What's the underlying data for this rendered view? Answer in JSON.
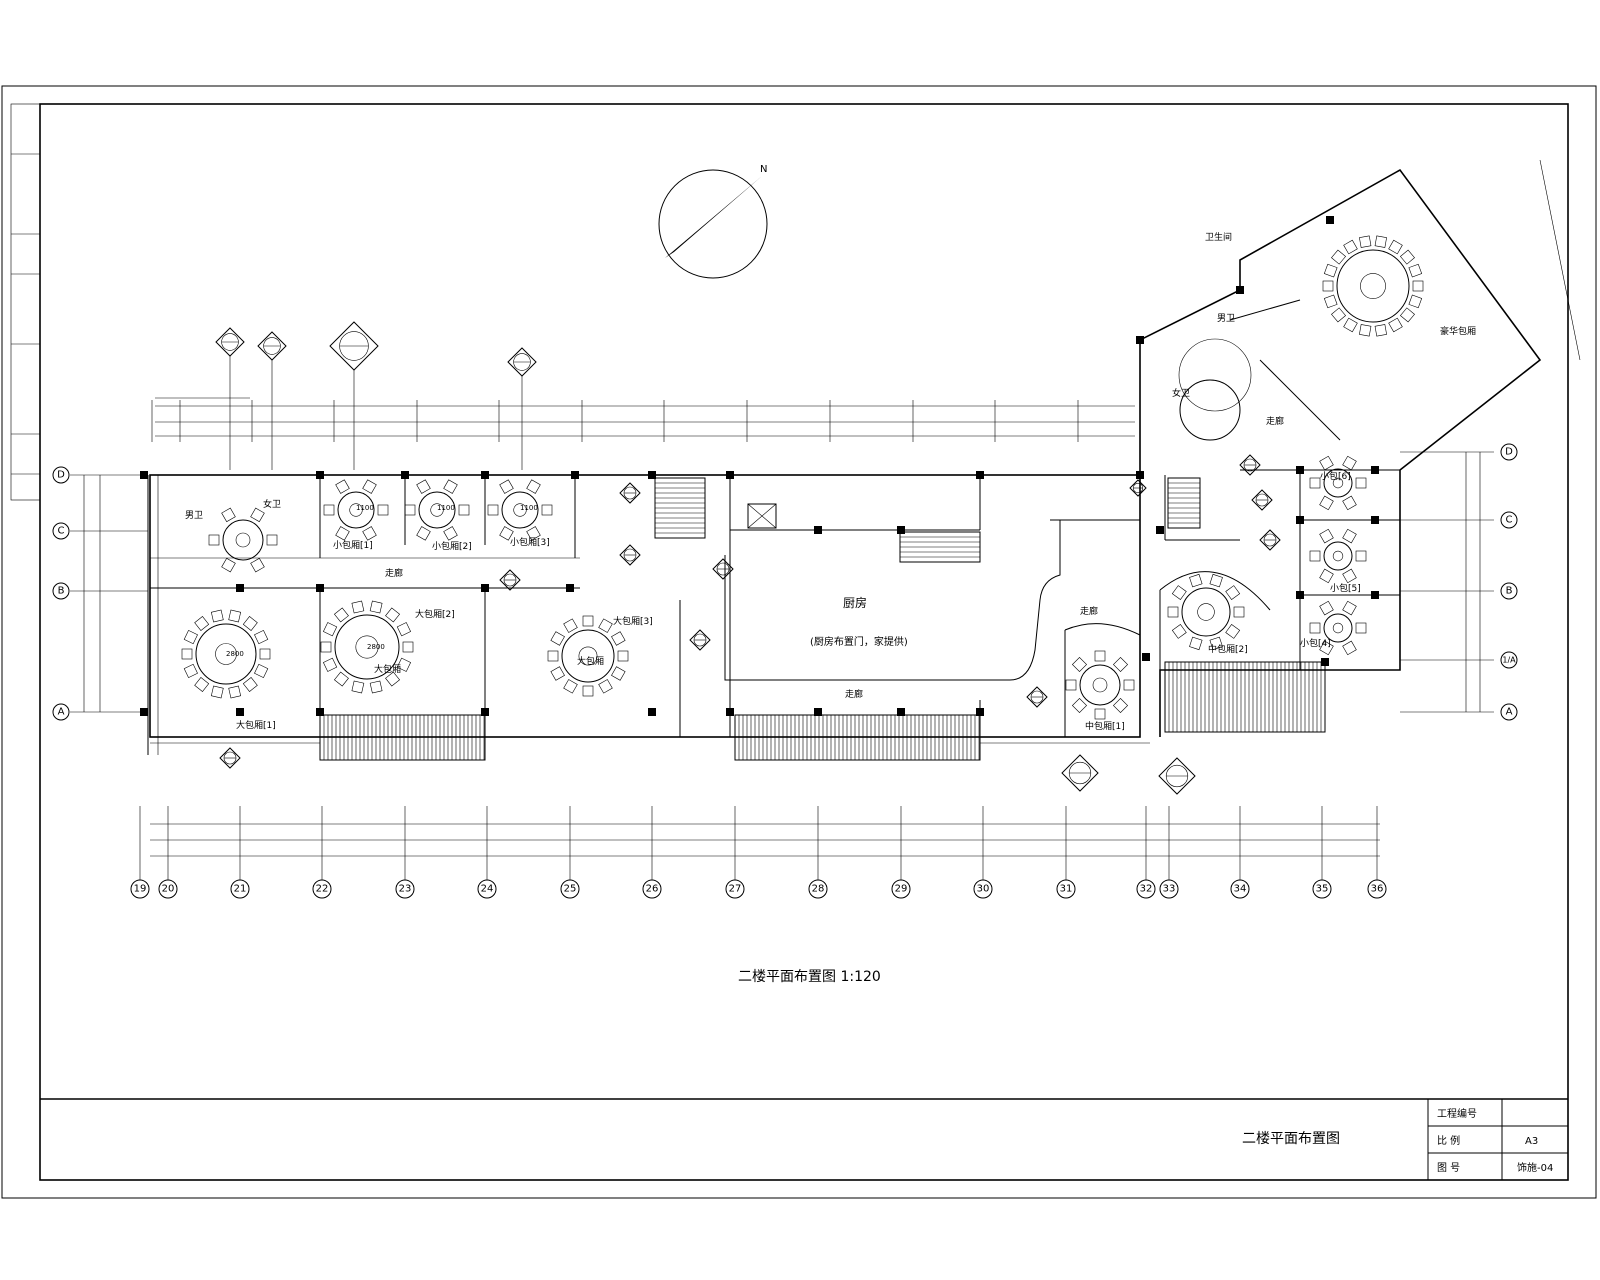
{
  "north_label": "N",
  "rooms": {
    "kitchen": "厨房",
    "kitchen_note": "(厨房布置门，家提供)",
    "vip_room": "豪华包厢",
    "toilet_room": "卫生间",
    "male_wc_left": "男卫",
    "female_wc_left": "女卫",
    "male_wc_right": "男卫",
    "female_wc_right": "女卫",
    "small_room_1": "小包厢[1]",
    "small_room_2": "小包厢[2]",
    "small_room_3": "小包厢[3]",
    "small_room_4": "小包[4]",
    "small_room_5": "小包[5]",
    "small_room_6": "小包[6]",
    "big_room_1": "大包厢[1]",
    "big_room_2": "大包厢[2]",
    "big_room_3": "大包厢[3]",
    "big_room_center": "大包厢",
    "big_room_3_inner": "大包厢",
    "mid_room_1": "中包厢[1]",
    "mid_room_2": "中包厢[2]",
    "corridor_a": "走廊",
    "corridor_b": "走廊",
    "corridor_c": "走廊",
    "corridor_d": "走廊",
    "table_1100_a": "1100",
    "table_1100_b": "1100",
    "table_1100_c": "1100",
    "table_2800_a": "2800",
    "table_2800_b": "2800"
  },
  "axes_left": [
    "D",
    "C",
    "B",
    "A"
  ],
  "axes_right": [
    "D",
    "C",
    "B",
    "1/A",
    "A"
  ],
  "axes_bottom": [
    "19",
    "20",
    "21",
    "22",
    "23",
    "24",
    "25",
    "26",
    "27",
    "28",
    "29",
    "30",
    "31",
    "32",
    "33",
    "34",
    "35",
    "36"
  ],
  "drawing_title": "二楼平面布置图 1:120",
  "title_block": {
    "name": "二楼平面布置图",
    "project_no_label": "工程编号",
    "project_no_value": "",
    "scale_label": "比 例",
    "scale_value": "A3",
    "sheet_label": "图 号",
    "sheet_value": "饰施-04"
  }
}
